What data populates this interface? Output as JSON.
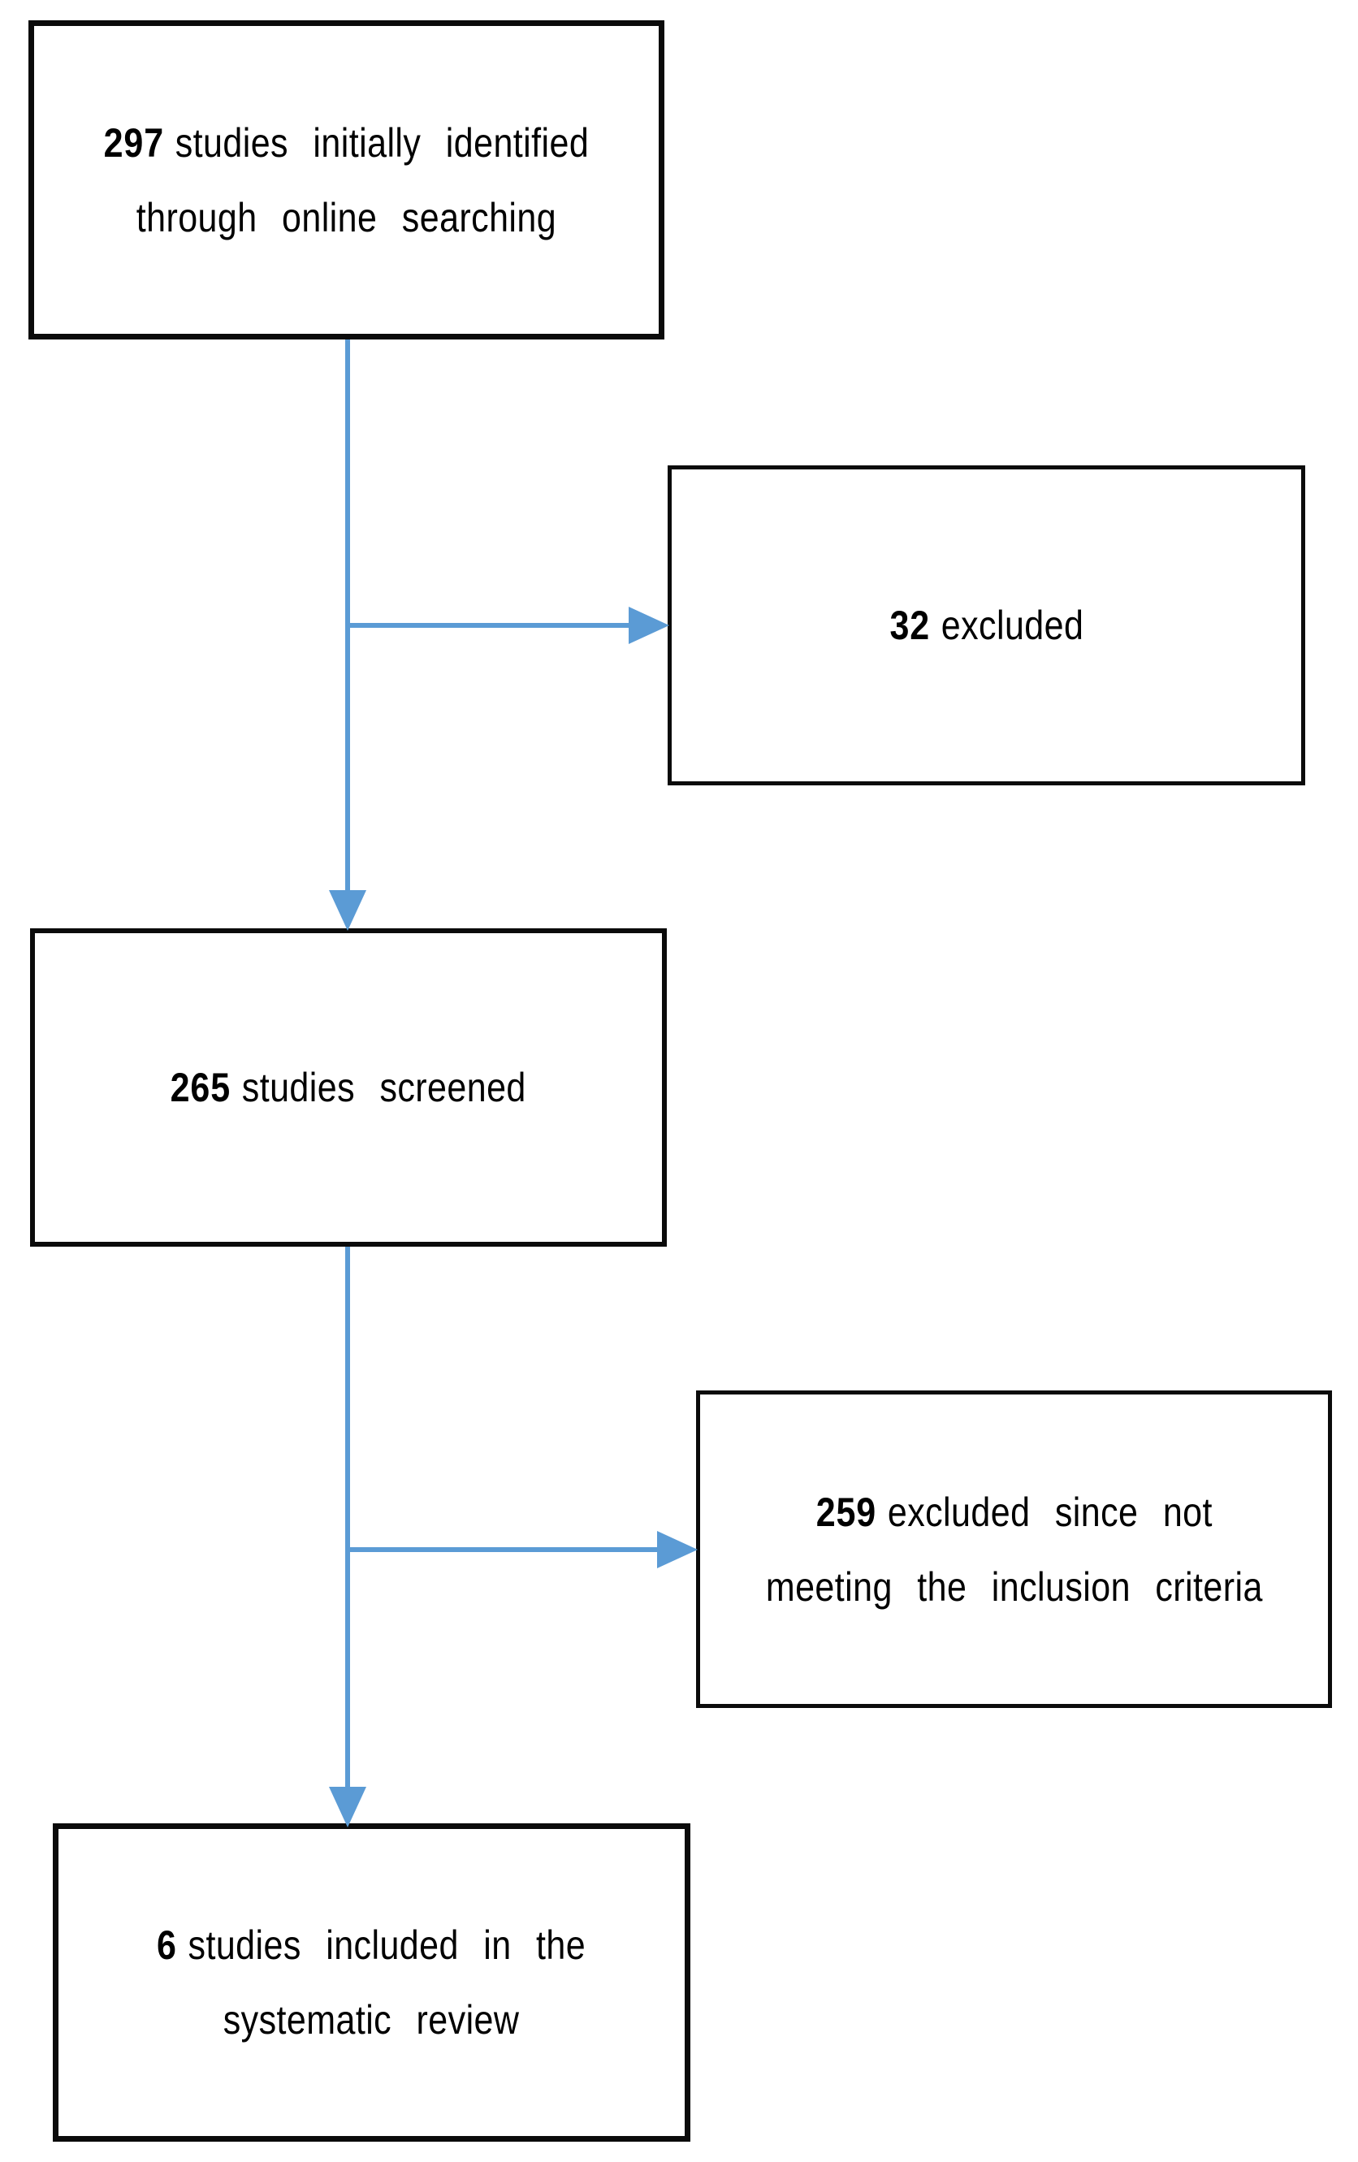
{
  "diagram": {
    "type": "flowchart",
    "description": "Systematic review study selection flow diagram",
    "accent_color": "#5B9BD5",
    "box_border_color": "#0b0b0b",
    "background_color": "#ffffff",
    "nodes": [
      {
        "id": "identified",
        "number": "297",
        "line1": "studies initially identified",
        "line2": "through online searching"
      },
      {
        "id": "excluded-initial",
        "number": "32",
        "line1": "excluded"
      },
      {
        "id": "screened",
        "number": "265",
        "line1": "studies screened"
      },
      {
        "id": "excluded-criteria",
        "number": "259",
        "line1": "excluded since not",
        "line2": "meeting the inclusion criteria"
      },
      {
        "id": "included",
        "number": "6",
        "line1": "studies included in the",
        "line2": "systematic review"
      }
    ],
    "edges": [
      {
        "from": "identified",
        "to": "excluded-initial"
      },
      {
        "from": "identified",
        "to": "screened"
      },
      {
        "from": "screened",
        "to": "excluded-criteria"
      },
      {
        "from": "screened",
        "to": "included"
      }
    ]
  }
}
